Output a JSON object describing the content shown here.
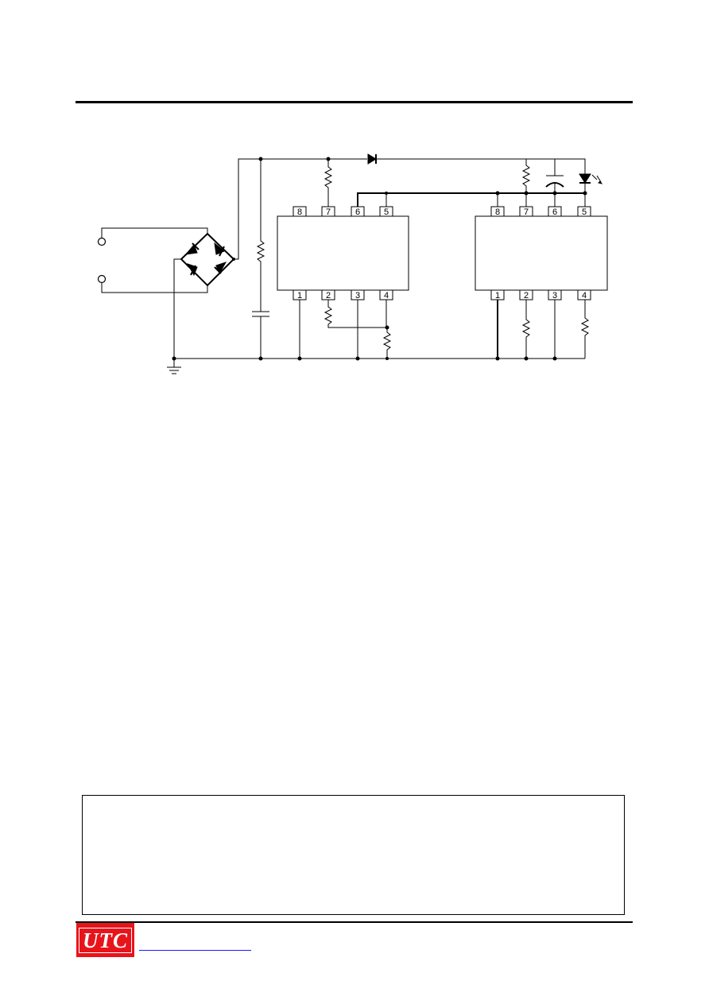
{
  "header": {
    "rule": "top"
  },
  "diagram": {
    "ic_left": {
      "pins_top": [
        "8",
        "7",
        "6",
        "5"
      ],
      "pins_bottom": [
        "1",
        "2",
        "3",
        "4"
      ]
    },
    "ic_right": {
      "pins_top": [
        "8",
        "7",
        "6",
        "5"
      ],
      "pins_bottom": [
        "1",
        "2",
        "3",
        "4"
      ]
    }
  },
  "footer": {
    "logo_text": "UTC",
    "brand_color": "#e8141b",
    "link_color": "#1a1aff"
  }
}
